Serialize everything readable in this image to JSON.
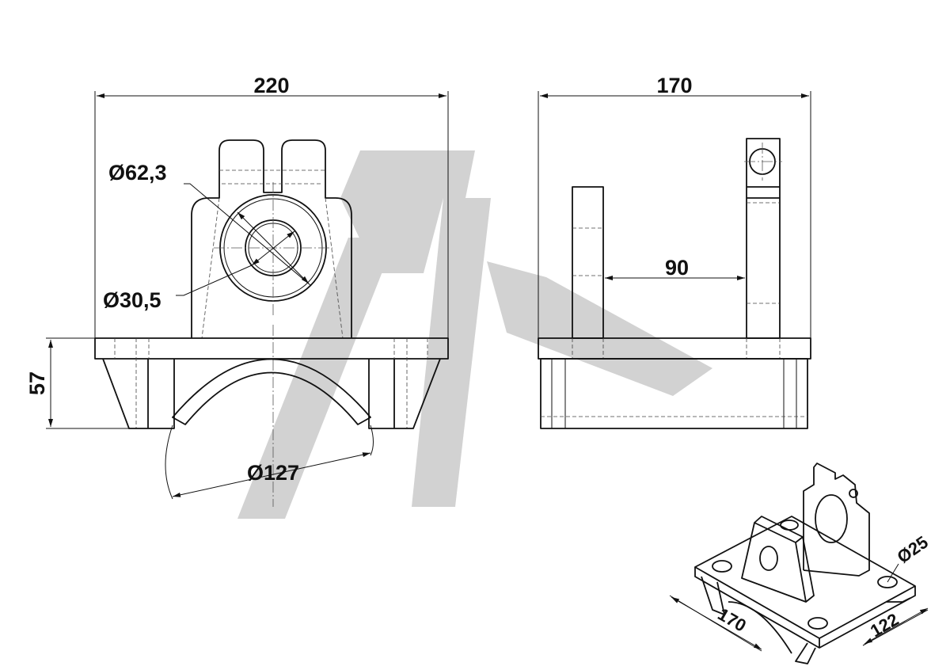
{
  "drawing": {
    "front_view": {
      "width_dim": "220",
      "height_dim": "57",
      "outer_bore_dim": "Ø62,3",
      "inner_bore_dim": "Ø30,5",
      "pipe_dim": "Ø127"
    },
    "side_view": {
      "width_dim": "170",
      "spacing_dim": "90"
    },
    "isometric_view": {
      "length_dim": "170",
      "width_dim": "122",
      "hole_dim": "Ø25"
    },
    "watermark_color": "#d2d2d2"
  }
}
